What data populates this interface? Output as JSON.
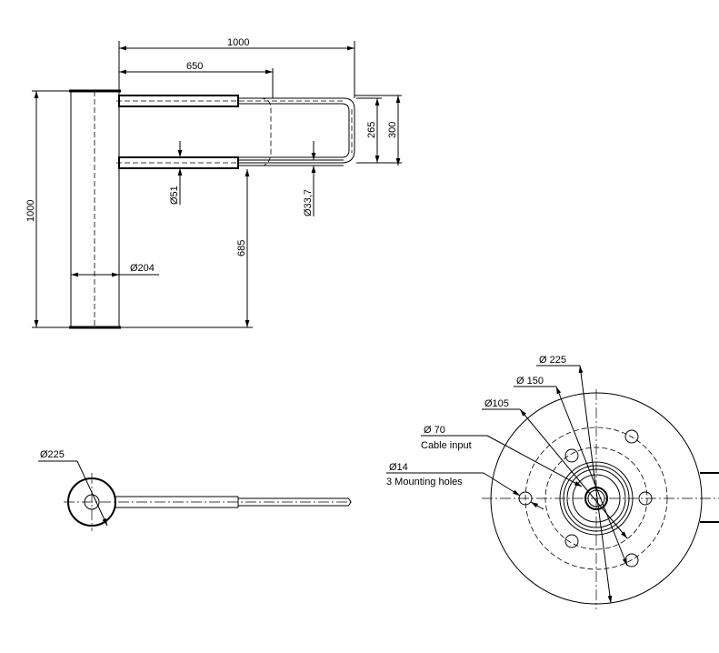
{
  "front_view": {
    "dim_total_width": "1000",
    "dim_thick_length": "650",
    "dim_inner_height": "265",
    "dim_outer_height": "300",
    "dim_pole_height": "1000",
    "dim_pole_diameter": "Ø204",
    "dim_lower_bar_height": "685",
    "dim_thick_tube": "Ø51",
    "dim_thin_tube": "Ø33,7"
  },
  "top_view": {
    "dim_base_diameter": "Ø225"
  },
  "base_view": {
    "dim_outer": "Ø 225",
    "dim_bolt_circle": "Ø 150",
    "dim_inner_circle": "Ø105",
    "dim_cable": "Ø 70",
    "cable_label": "Cable input",
    "dim_holes": "Ø14",
    "holes_label": "3 Mounting holes"
  }
}
